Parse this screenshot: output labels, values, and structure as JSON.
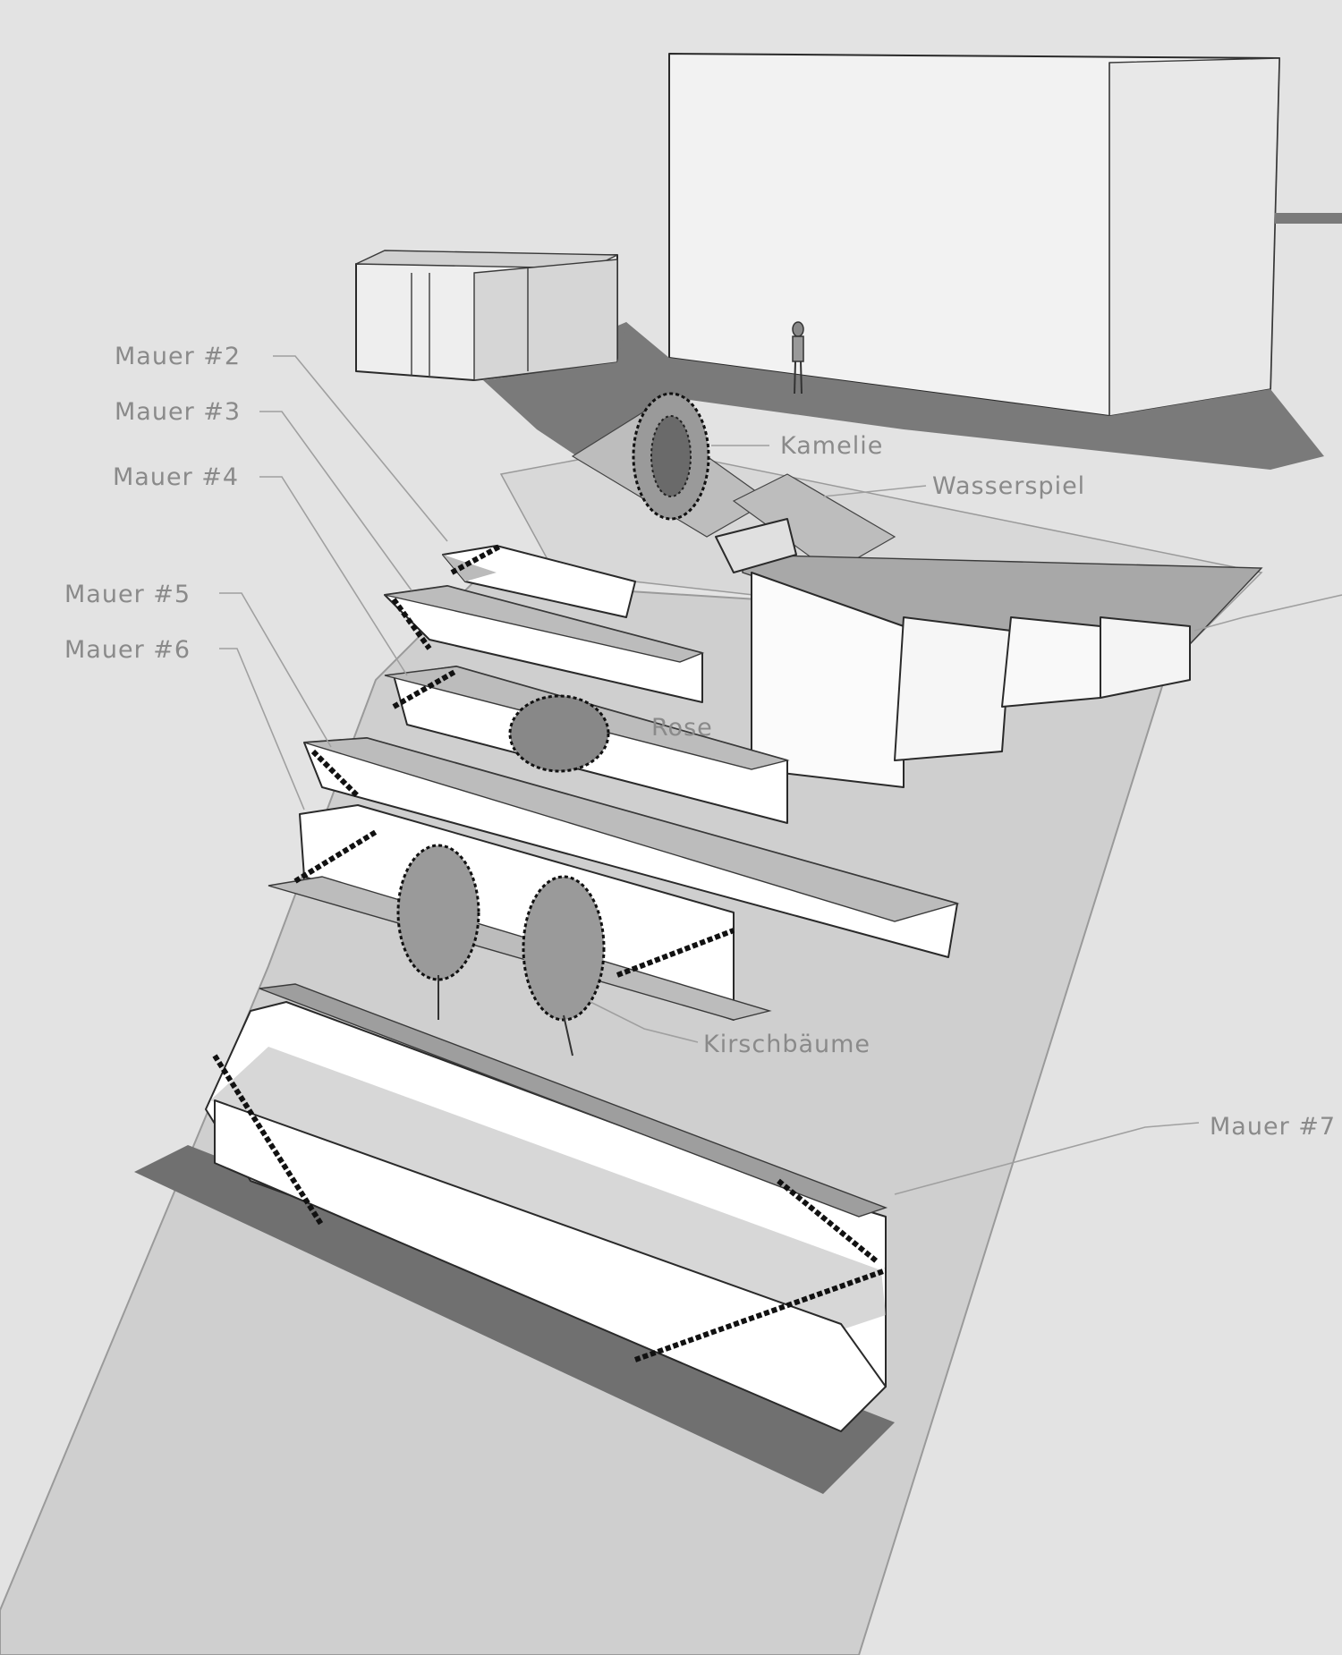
{
  "diagram": {
    "type": "3d-sketch-model",
    "background": "#e3e3e3",
    "labels": [
      {
        "id": "mauer2",
        "text": "Mauer #2"
      },
      {
        "id": "mauer3",
        "text": "Mauer #3"
      },
      {
        "id": "mauer4",
        "text": "Mauer #4"
      },
      {
        "id": "mauer5",
        "text": "Mauer #5"
      },
      {
        "id": "mauer6",
        "text": "Mauer #6"
      },
      {
        "id": "mauer7",
        "text": "Mauer #7"
      },
      {
        "id": "kamelie",
        "text": "Kamelie"
      },
      {
        "id": "wasserspiel",
        "text": "Wasserspiel"
      },
      {
        "id": "rose",
        "text": "Rose"
      },
      {
        "id": "kirschbaeume",
        "text": "Kirschbäume"
      }
    ],
    "colors": {
      "ground_slope": "#cfcfcf",
      "shadow": "#7a7a7a",
      "wall_face": "#ffffff",
      "wall_top": "#bdbdbd",
      "label_text": "#8a8a8a",
      "edges": "#2a2a2a"
    }
  }
}
